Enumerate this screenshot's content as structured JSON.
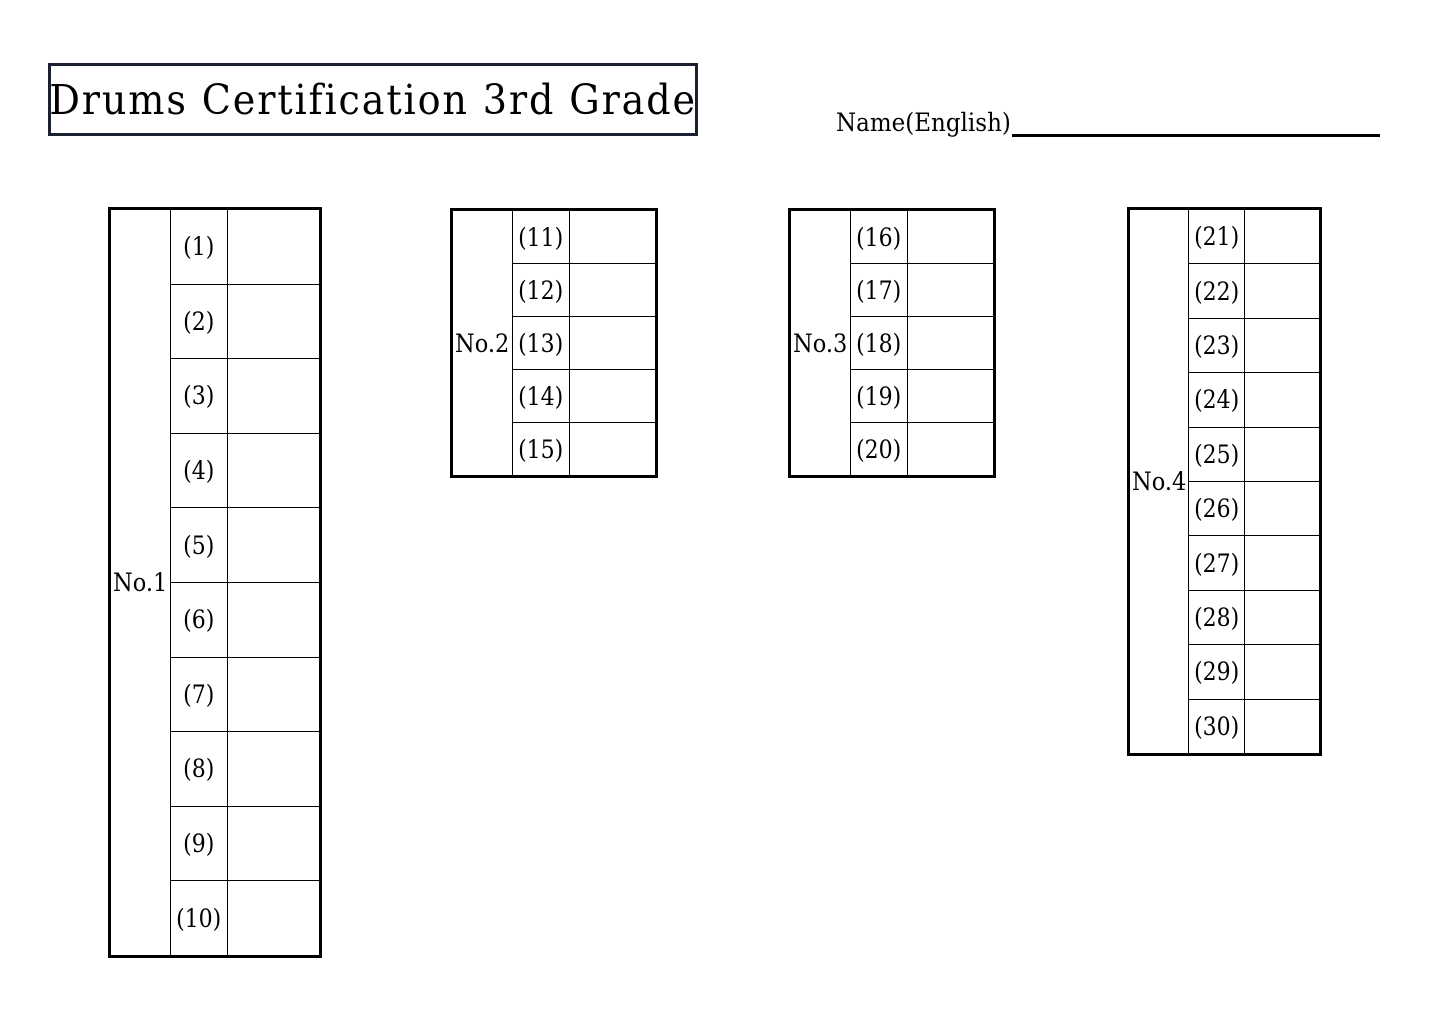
{
  "document": {
    "title": "Drums Certification 3rd Grade",
    "name_field": {
      "label": "Name(English)",
      "value": ""
    }
  },
  "tables": [
    {
      "id": "no1",
      "label": "No.1",
      "rows": [
        {
          "number": "(1)",
          "answer": ""
        },
        {
          "number": "(2)",
          "answer": ""
        },
        {
          "number": "(3)",
          "answer": ""
        },
        {
          "number": "(4)",
          "answer": ""
        },
        {
          "number": "(5)",
          "answer": ""
        },
        {
          "number": "(6)",
          "answer": ""
        },
        {
          "number": "(7)",
          "answer": ""
        },
        {
          "number": "(8)",
          "answer": ""
        },
        {
          "number": "(9)",
          "answer": ""
        },
        {
          "number": "(10)",
          "answer": ""
        }
      ]
    },
    {
      "id": "no2",
      "label": "No.2",
      "rows": [
        {
          "number": "(11)",
          "answer": ""
        },
        {
          "number": "(12)",
          "answer": ""
        },
        {
          "number": "(13)",
          "answer": ""
        },
        {
          "number": "(14)",
          "answer": ""
        },
        {
          "number": "(15)",
          "answer": ""
        }
      ]
    },
    {
      "id": "no3",
      "label": "No.3",
      "rows": [
        {
          "number": "(16)",
          "answer": ""
        },
        {
          "number": "(17)",
          "answer": ""
        },
        {
          "number": "(18)",
          "answer": ""
        },
        {
          "number": "(19)",
          "answer": ""
        },
        {
          "number": "(20)",
          "answer": ""
        }
      ]
    },
    {
      "id": "no4",
      "label": "No.4",
      "rows": [
        {
          "number": "(21)",
          "answer": ""
        },
        {
          "number": "(22)",
          "answer": ""
        },
        {
          "number": "(23)",
          "answer": ""
        },
        {
          "number": "(24)",
          "answer": ""
        },
        {
          "number": "(25)",
          "answer": ""
        },
        {
          "number": "(26)",
          "answer": ""
        },
        {
          "number": "(27)",
          "answer": ""
        },
        {
          "number": "(28)",
          "answer": ""
        },
        {
          "number": "(29)",
          "answer": ""
        },
        {
          "number": "(30)",
          "answer": ""
        }
      ]
    }
  ],
  "colors": {
    "page_background": "#ffffff",
    "ink": "#000000",
    "title_border": "#1b2030"
  }
}
